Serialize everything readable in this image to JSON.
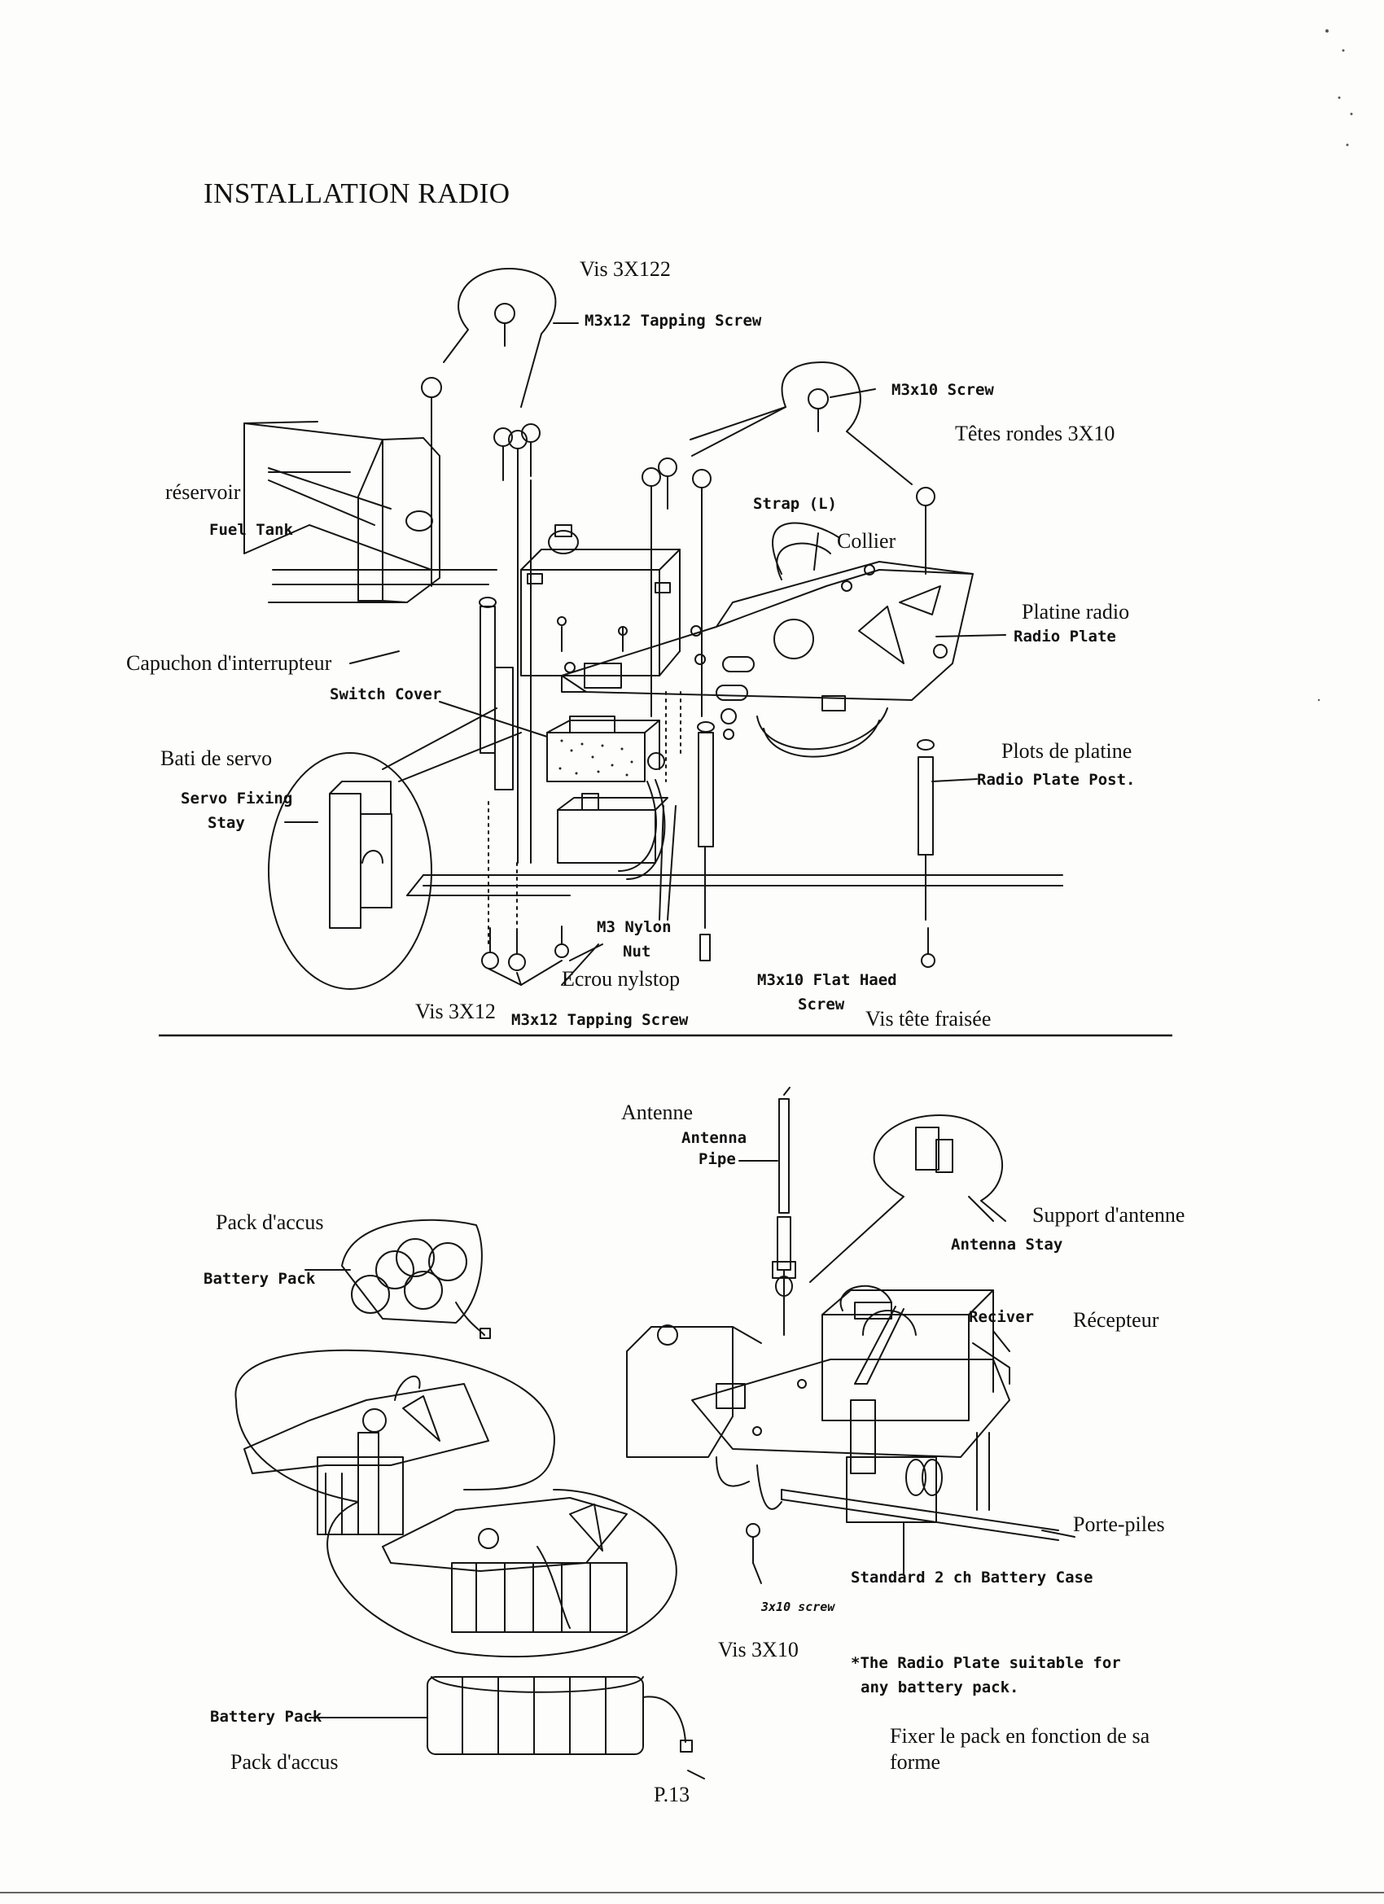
{
  "page": {
    "title": "INSTALLATION RADIO",
    "page_number": "P.13"
  },
  "top_section": {
    "labels": {
      "vis_3x122": "Vis 3X122",
      "m3x12_tapping_top": "M3x12 Tapping Screw",
      "m3x10_screw": "M3x10 Screw",
      "tetes_rondes": "Têtes rondes 3X10",
      "reservoir": "réservoir",
      "fuel_tank": "Fuel Tank",
      "strap_l": "Strap (L)",
      "collier": "Collier",
      "platine_radio": "Platine radio",
      "radio_plate": "Radio Plate",
      "capuchon": "Capuchon d'interrupteur",
      "switch_cover": "Switch Cover",
      "plots_platine": "Plots de platine",
      "radio_plate_post": "Radio Plate Post.",
      "bati_servo": "Bati de servo",
      "servo_fixing": "Servo Fixing",
      "stay": "Stay",
      "m3_nylon": "M3 Nylon",
      "nut": "Nut",
      "ecrou_nylstop": "Ecrou nylstop",
      "m3x10_flat": "M3x10 Flat Haed",
      "screw": "Screw",
      "vis_3x12": "Vis 3X12",
      "m3x12_tapping_bottom": "M3x12 Tapping Screw",
      "vis_tete_fraisee": "Vis tête fraisée"
    }
  },
  "bottom_section": {
    "labels": {
      "antenne": "Antenne",
      "antenna": "Antenna",
      "pipe": "Pipe",
      "support_antenne": "Support d'antenne",
      "antenna_stay": "Antenna Stay",
      "pack_accus_top": "Pack d'accus",
      "battery_pack_top": "Battery Pack",
      "reciver": "Reciver",
      "recepteur": "Récepteur",
      "porte_piles": "Porte-piles",
      "standard_case": "Standard 2 ch Battery Case",
      "screw_small": "3x10 screw",
      "vis_3x10": "Vis 3X10",
      "note_line1": "*The Radio Plate suitable for",
      "note_line2": "any battery pack.",
      "fixer_line1": "Fixer le pack en fonction de sa",
      "fixer_line2": "forme",
      "battery_pack_bottom": "Battery Pack",
      "pack_accus_bottom": "Pack d'accus"
    }
  }
}
